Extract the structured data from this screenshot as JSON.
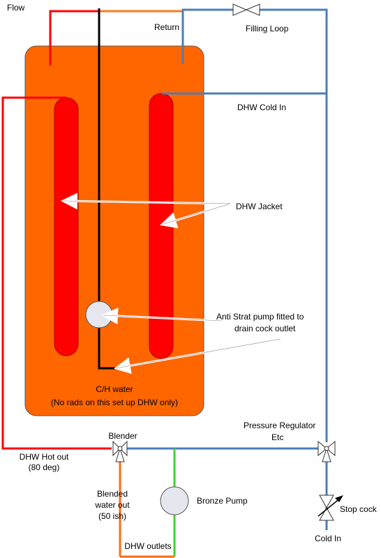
{
  "labels": {
    "flow": "Flow",
    "return": "Return",
    "filling_loop": "Filling Loop",
    "dhw_cold_in": "DHW Cold In",
    "dhw_jacket": "DHW Jacket",
    "anti_strat_1": "Anti Strat pump fitted to",
    "anti_strat_2": "drain cock outlet",
    "ch_water_1": "C/H water",
    "ch_water_2": "(No rads on this set up DHW only)",
    "pressure_regulator_1": "Pressure Regulator",
    "pressure_regulator_2": "Etc",
    "blender": "Blender",
    "dhw_hot_out_1": "DHW Hot out",
    "dhw_hot_out_2": "(80 deg)",
    "blended_1": "Blended",
    "blended_2": "water out",
    "blended_3": "(50 ish)",
    "bronze_pump": "Bronze Pump",
    "stop_cock": "Stop cock",
    "cold_in": "Cold In",
    "dhw_outlets": "DHW outlets"
  },
  "colors": {
    "tank": "#ff6600",
    "jacket": "#ff0000",
    "flow_pipe": "#ff0000",
    "return_pipe": "#4a7ebb",
    "hot_out_pipe": "#ff6a1a",
    "pump_pipe": "#33dd22",
    "center_pipe": "#000000",
    "pump_fill": "#e6e6ee"
  }
}
